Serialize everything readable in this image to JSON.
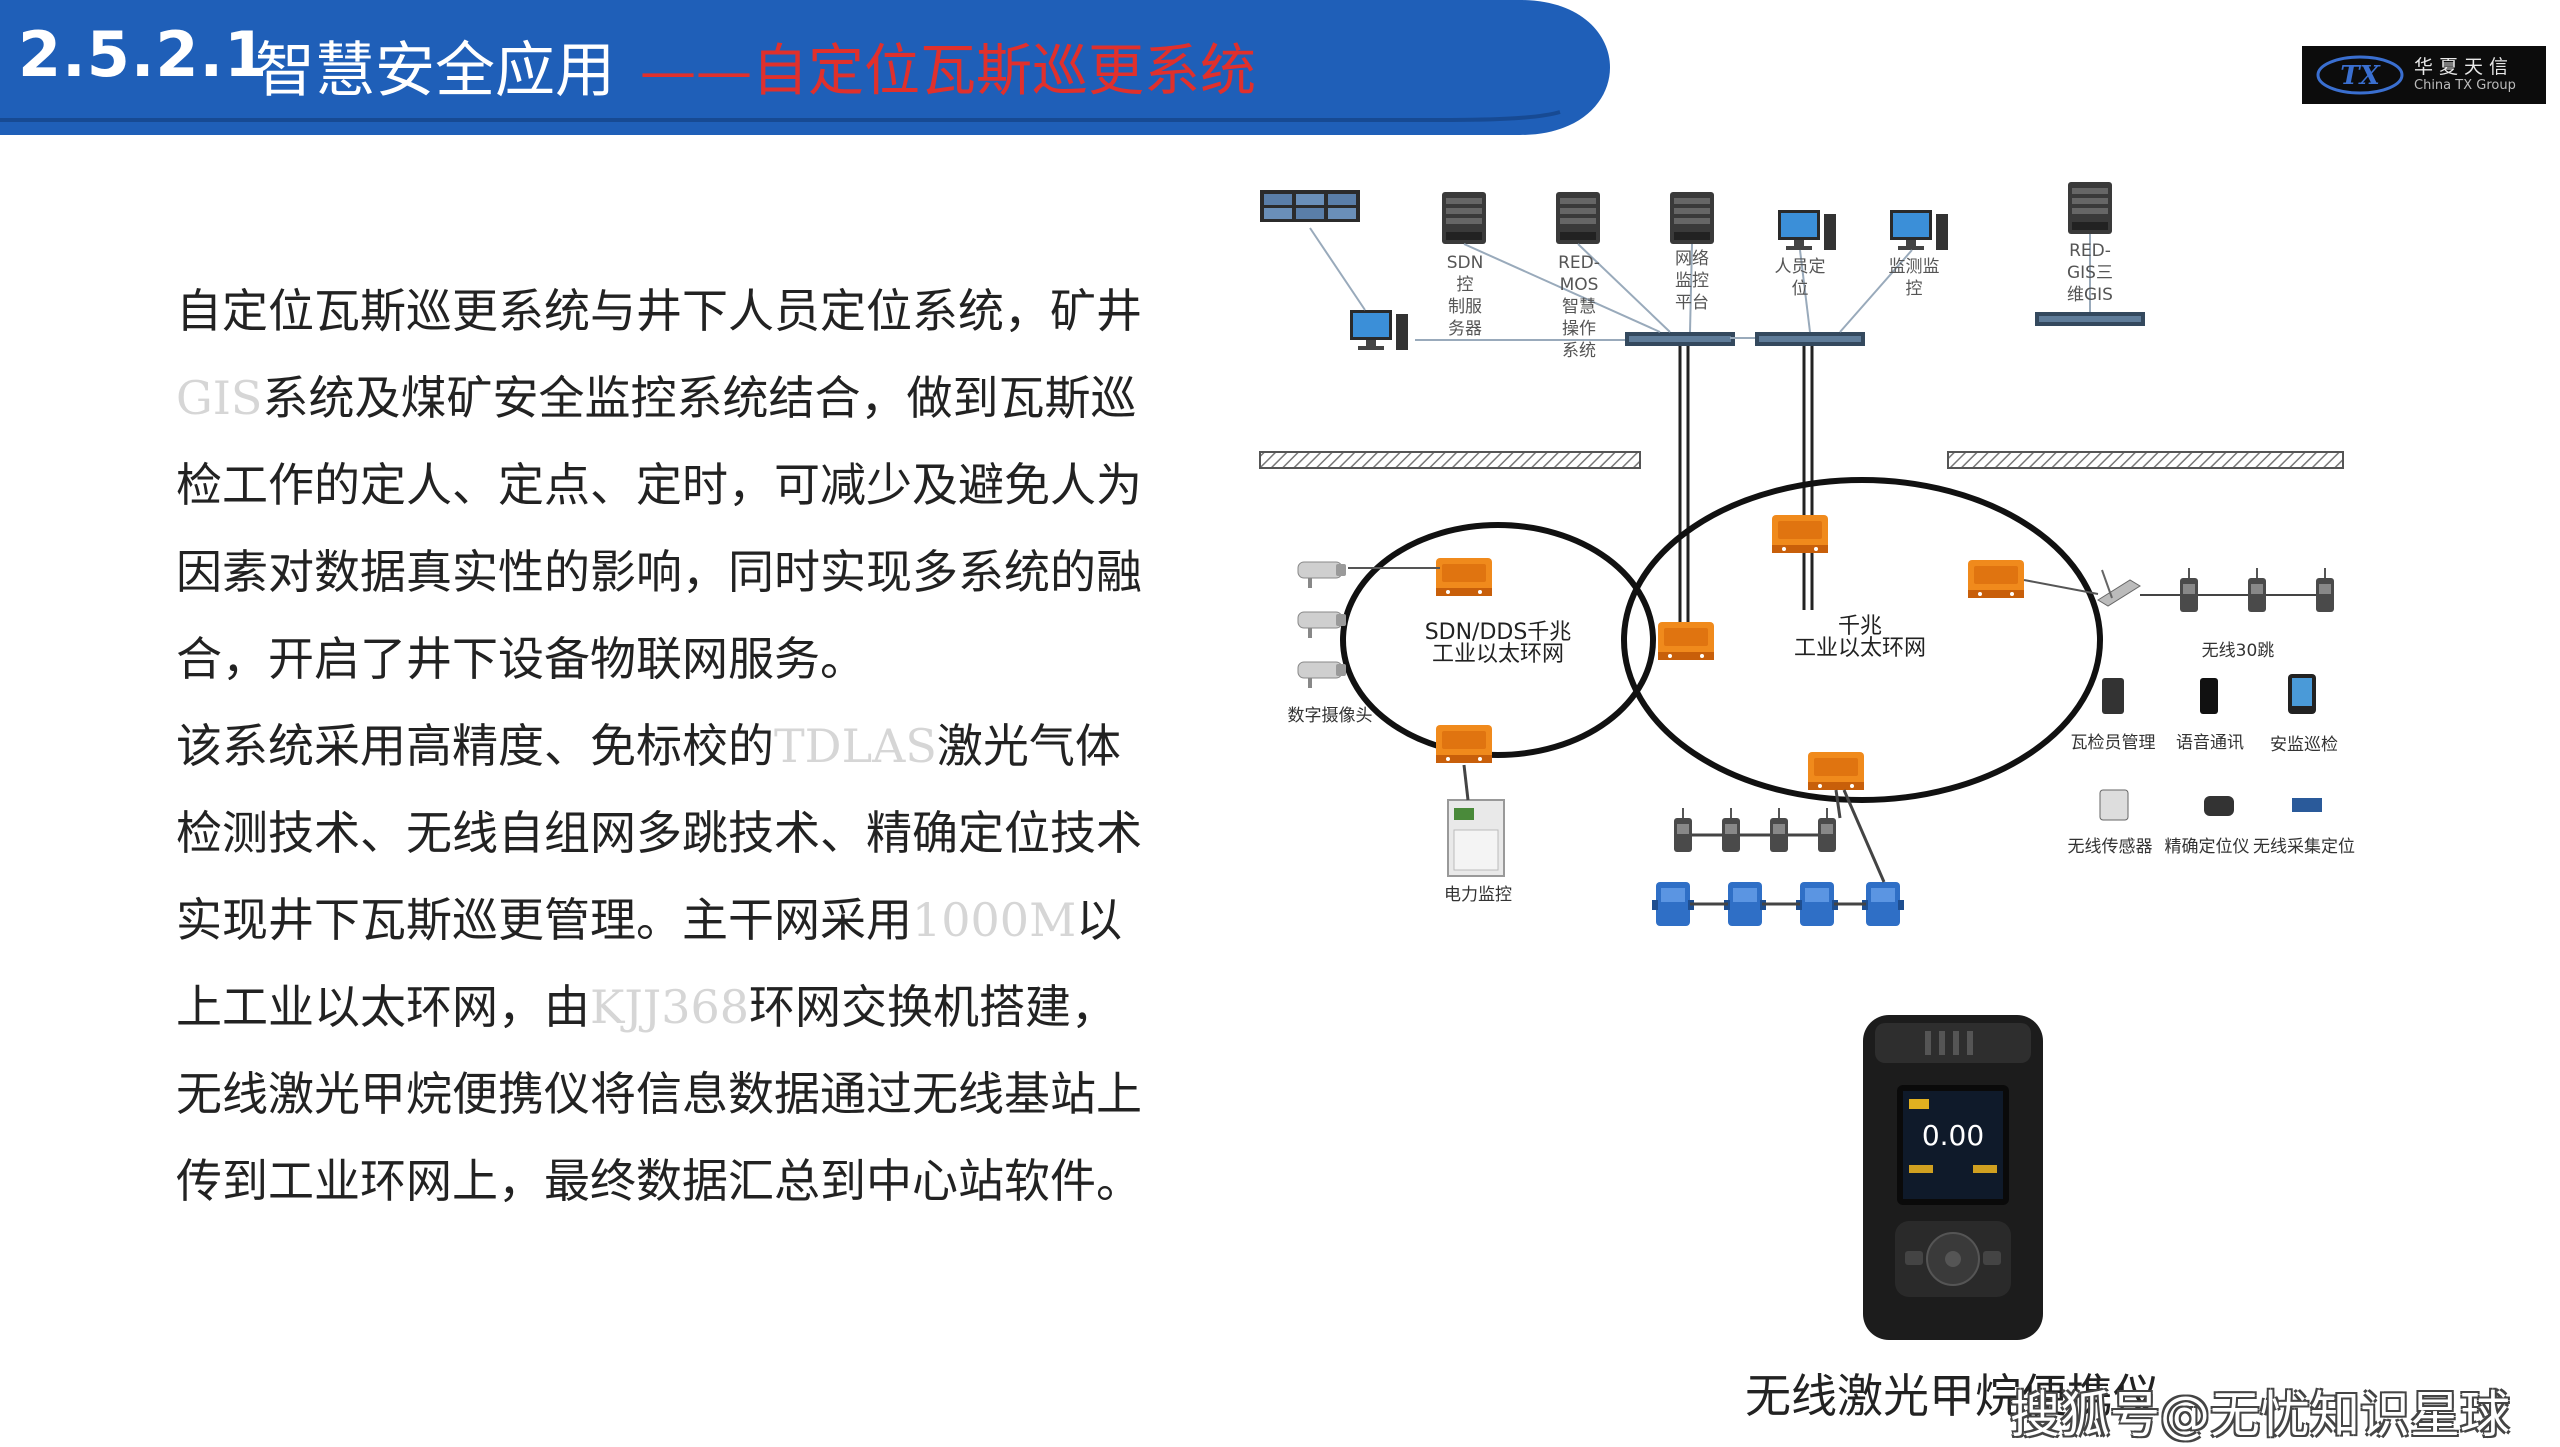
{
  "header": {
    "section_number": "2.5.2.1",
    "title": "智慧安全应用",
    "subtitle": "——自定位瓦斯巡更系统",
    "colors": {
      "band": "#1f5fb8",
      "subtitle": "#e0302c"
    }
  },
  "logo": {
    "mark": "TX",
    "name_cn": "华夏天信",
    "name_en": "China TX Group"
  },
  "body": {
    "p1_a": "自定位瓦斯巡更系统与井下人员定位系统，矿井",
    "p1_gis": "GIS",
    "p1_b": "系统及煤矿安全监控系统结合，做到瓦斯巡检工作的定人、定点、定时，可减少及避免人为因素对数据真实性的影响，同时实现多系统的融合，开启了井下设备物联网服务。",
    "p2_a": "该系统采用高精度、免标校的",
    "p2_tdlas": "TDLAS",
    "p2_b": "激光气体检测技术、无线自组网多跳技术、精确定位技术实现井下瓦斯巡更管理。主干网采用",
    "p2_1000m": "1000M",
    "p2_c": "以上工业以太环网，由",
    "p2_kjj": "KJJ368",
    "p2_d": "环网交换机搭建，无线激光甲烷便携仪将信息数据通过无线基站上传到工业环网上，最终数据汇总到中心站软件。"
  },
  "diagram": {
    "servers": [
      {
        "label": "SDN控\n制服\n务器"
      },
      {
        "label": "RED-\nMOS\n智慧\n操作\n系统"
      },
      {
        "label": "网络\n监控\n平台"
      },
      {
        "label": "人员定\n位"
      },
      {
        "label": "监测监\n控"
      },
      {
        "label": "RED-\nGIS三\n维GIS"
      }
    ],
    "ring_left": "SDN/DDS千兆\n工业以太环网",
    "ring_right": "千兆\n工业以太环网",
    "cameras": "数字摄像头",
    "power": "电力监控",
    "wireless_hops": "无线30跳",
    "terminals": [
      "瓦检员管理",
      "语音通讯",
      "安监巡检"
    ],
    "sensors": [
      "无线传感器",
      "精确定位仪",
      "无线采集定位"
    ]
  },
  "device": {
    "reading": "0.00",
    "caption": "无线激光甲烷便携仪"
  },
  "watermark": "搜狐号@无忧知识星球"
}
